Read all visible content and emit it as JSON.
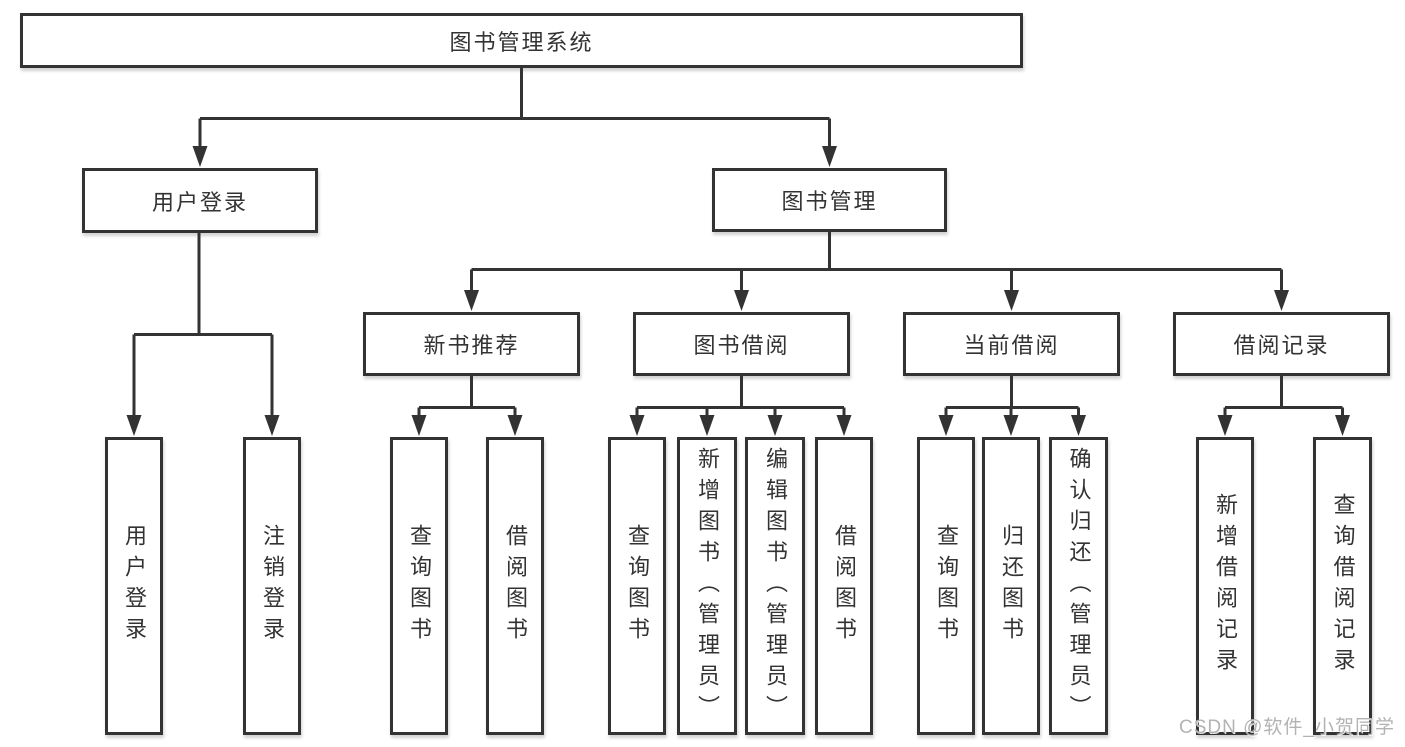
{
  "tree": {
    "root": "图书管理系统",
    "branches": [
      {
        "label": "用户登录",
        "leaves": [
          "用户登录",
          "注销登录"
        ]
      },
      {
        "label": "图书管理",
        "groups": [
          {
            "label": "新书推荐",
            "leaves": [
              "查询图书",
              "借阅图书"
            ]
          },
          {
            "label": "图书借阅",
            "leaves": [
              "查询图书",
              "新增图书（管理员）",
              "编辑图书（管理员）",
              "借阅图书"
            ]
          },
          {
            "label": "当前借阅",
            "leaves": [
              "查询图书",
              "归还图书",
              "确认归还（管理员）"
            ]
          },
          {
            "label": "借阅记录",
            "leaves": [
              "新增借阅记录",
              "查询借阅记录"
            ]
          }
        ]
      }
    ]
  },
  "watermark": "CSDN @软件_小贺同学",
  "colors": {
    "line": "#333333",
    "text": "#333333",
    "watermark": "#b3b3b3",
    "background": "#ffffff"
  }
}
